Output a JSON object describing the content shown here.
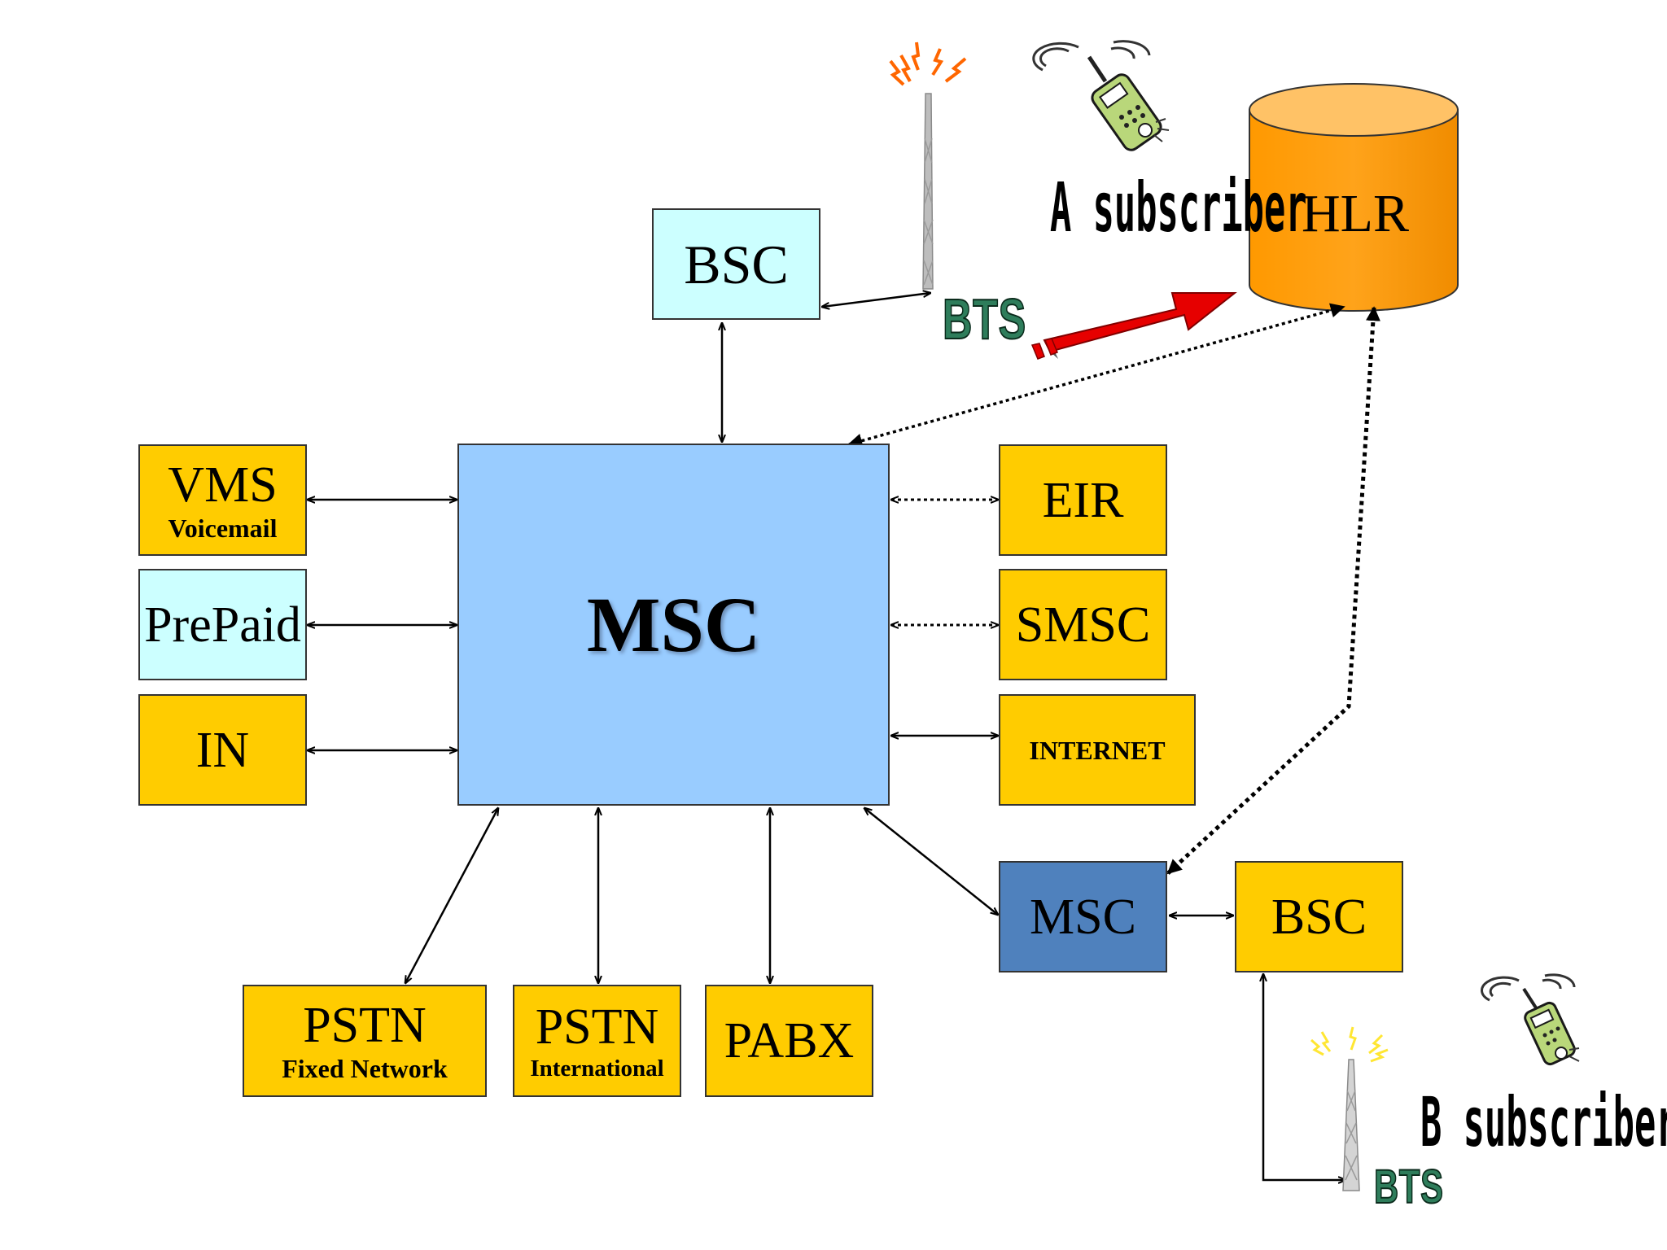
{
  "nodes": {
    "bsc_top": "BSC",
    "vms": "VMS",
    "vms_sub": "Voicemail",
    "prepaid": "PrePaid",
    "in": "IN",
    "msc_main": "MSC",
    "eir": "EIR",
    "smsc": "SMSC",
    "internet": "INTERNET",
    "msc_remote": "MSC",
    "bsc_remote": "BSC",
    "pstn_fixed": "PSTN",
    "pstn_fixed_sub": "Fixed Network",
    "pstn_intl": "PSTN",
    "pstn_intl_sub": "International",
    "pabx": "PABX",
    "hlr": "HLR"
  },
  "labels": {
    "bts_top": "BTS",
    "bts_bottom": "BTS",
    "a_subscriber": "A subscriber",
    "b_subscriber": "B subscriber"
  },
  "icons": [
    "antenna-tower-icon",
    "mobile-phone-icon",
    "database-cylinder-icon",
    "red-arrow-icon"
  ],
  "colors": {
    "yellow": "#FFCC00",
    "cyan": "#CCFFFF",
    "msc_blue": "#99CCFF",
    "msc_dark_blue": "#4F81BD",
    "hlr_orange": "#FF9900",
    "bts_green": "#2E7D5B",
    "red_arrow": "#E60000"
  }
}
